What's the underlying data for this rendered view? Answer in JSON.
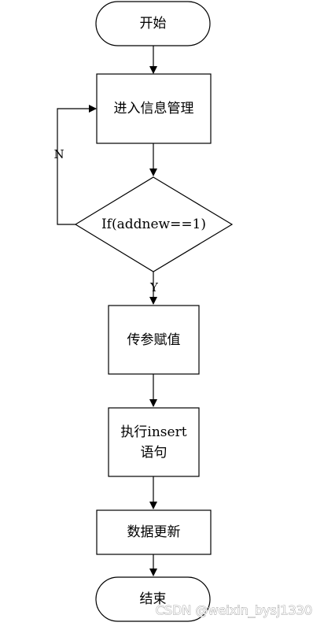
{
  "flowchart": {
    "start": "开始",
    "enter_info_management": "进入信息管理",
    "condition": "If(addnew==1)",
    "pass_params": "传参赋值",
    "execute_insert_line1": "执行insert",
    "execute_insert_line2": "语句",
    "update_data": "数据更新",
    "end": "结束",
    "branch_yes": "Y",
    "branch_no": "N"
  },
  "watermark": "CSDN @weixin_bysj1330"
}
